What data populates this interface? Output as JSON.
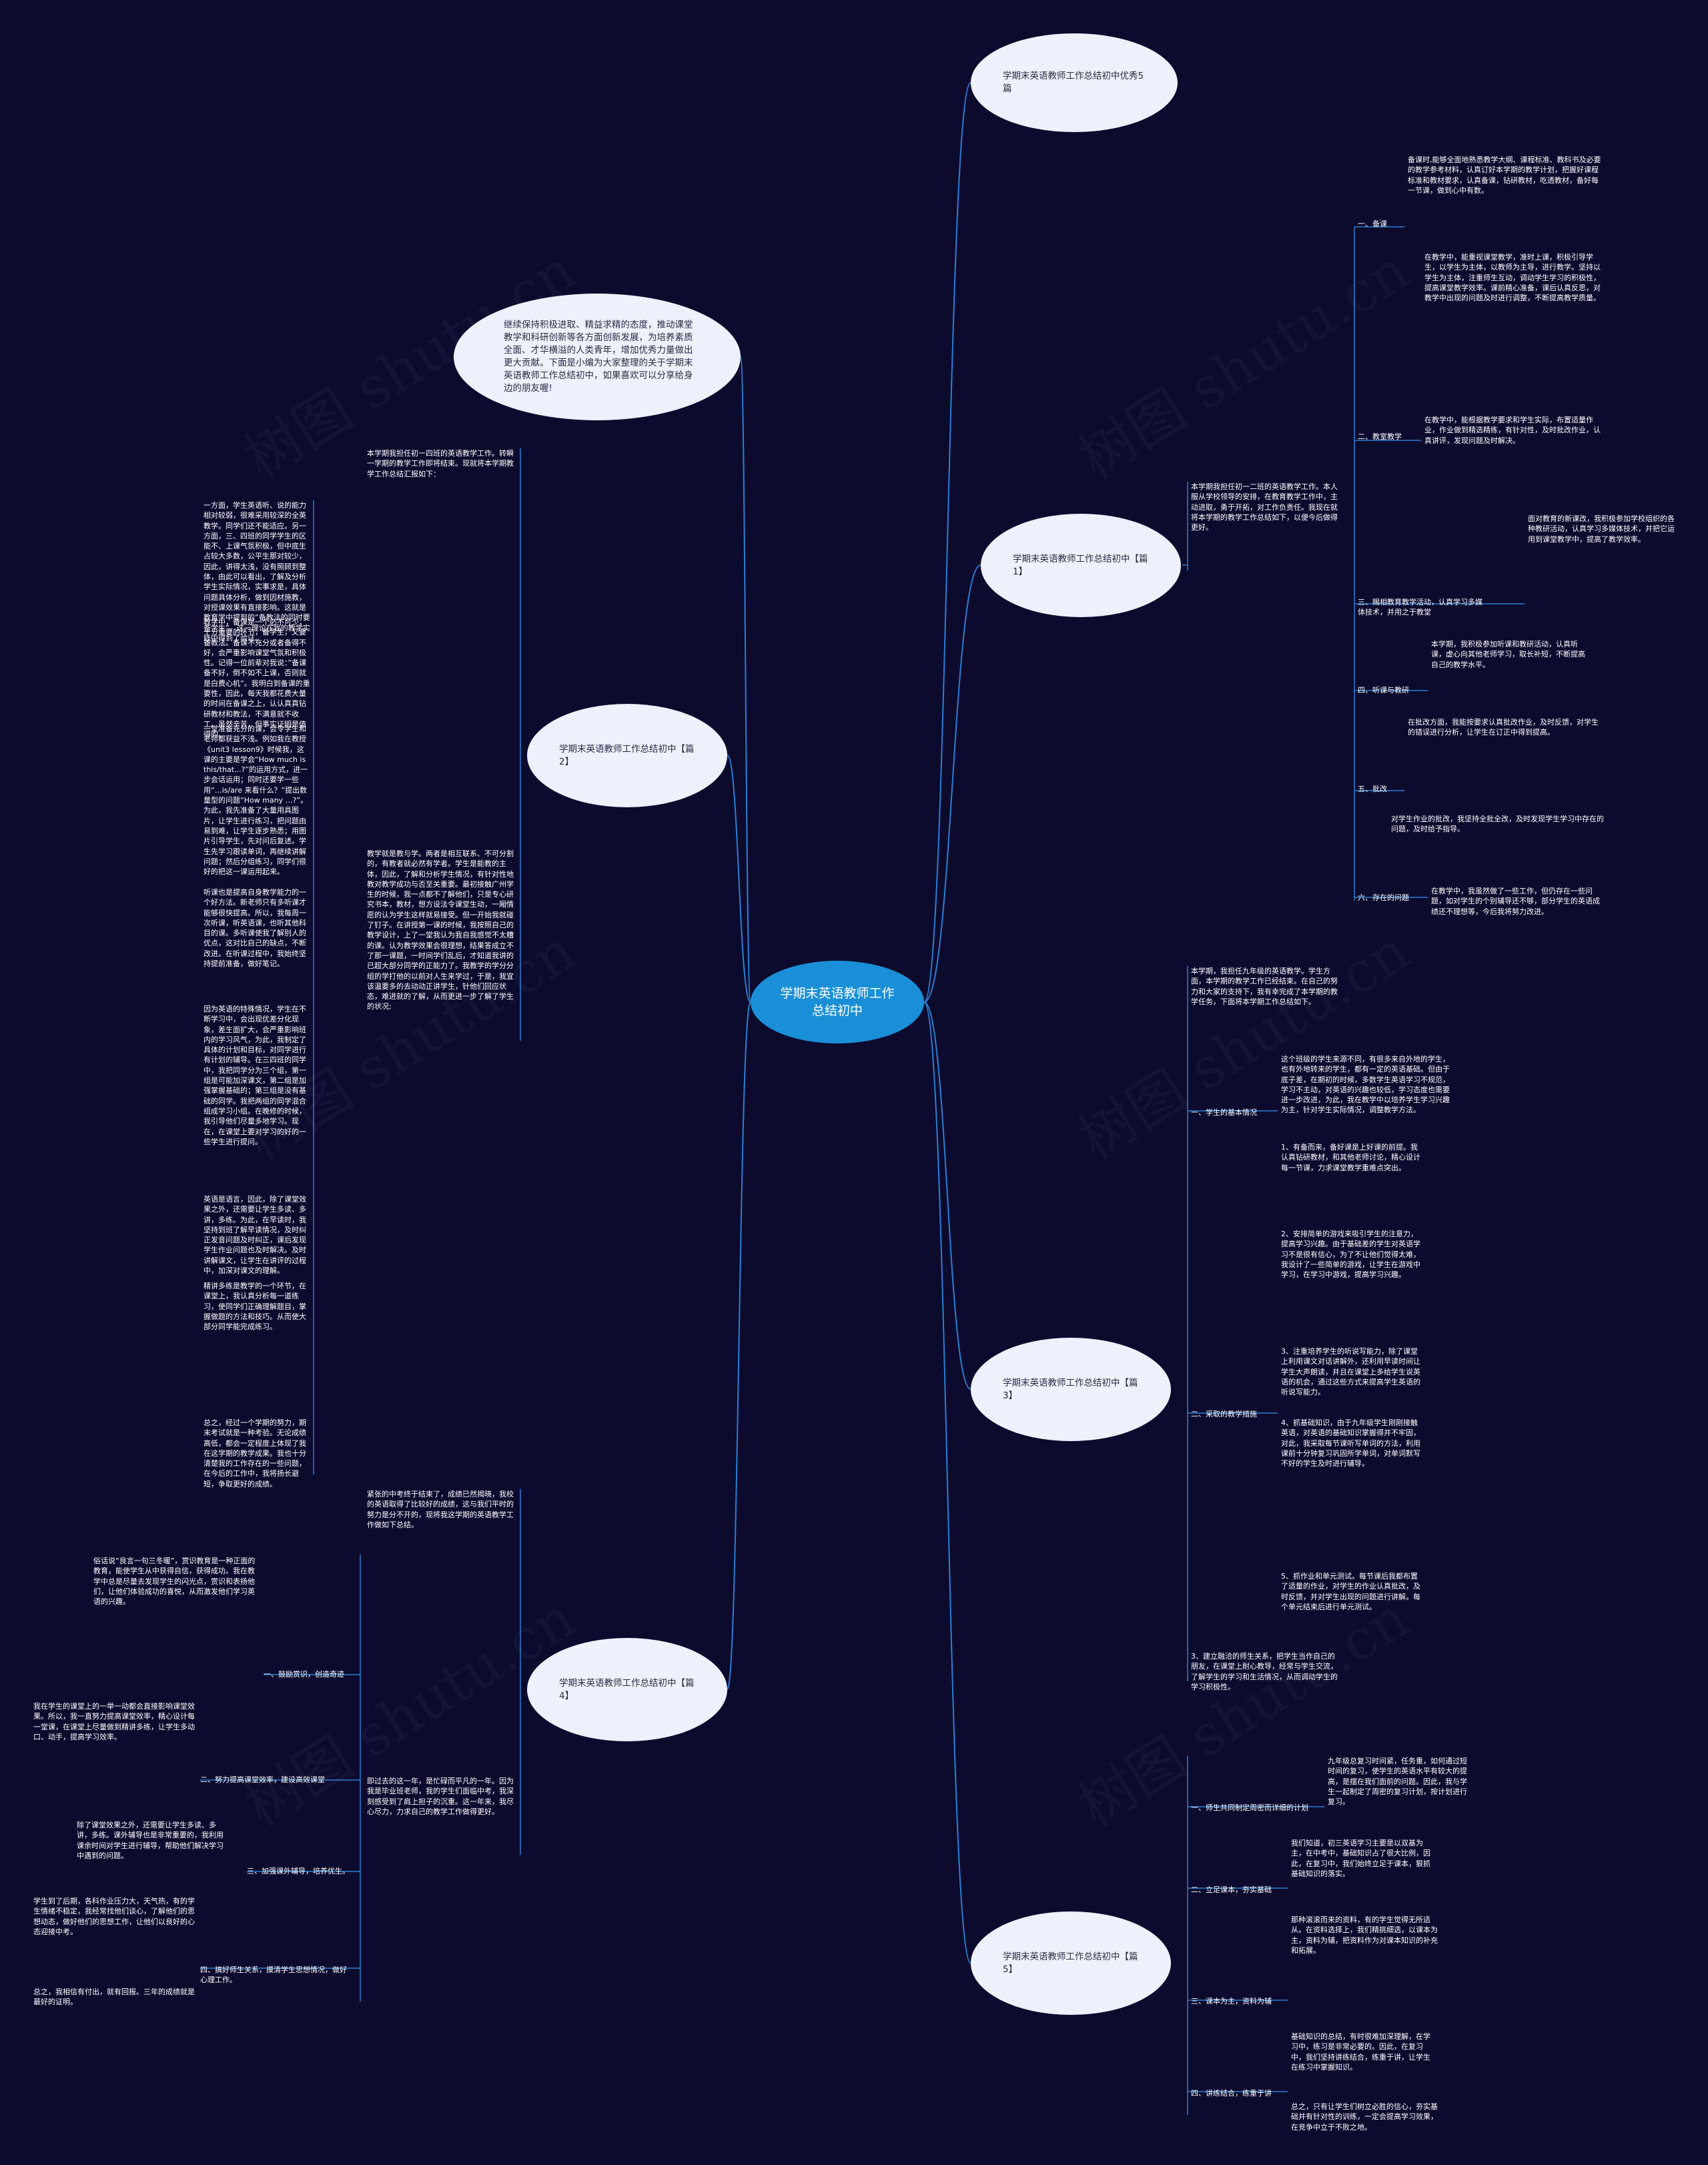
{
  "root": {
    "title": "学期末英语教师工作总结初中"
  },
  "intro": "继续保持积极进取、精益求精的态度，推动课堂教学和科研创新等各方面创新发展，为培养素质全面、才华横溢的人类青年，增加优秀力量做出更大贡献。下面是小编为大家整理的关于学期末英语教师工作总结初中，如果喜欢可以分享给身边的朋友喔!",
  "watermark": "树图 shutu.cn",
  "branches": {
    "b1": {
      "title": "学期末英语教师工作总结初中优秀5篇"
    },
    "b2": {
      "title": "学期末英语教师工作总结初中【篇2】",
      "intro": "本学期我担任初一四班的英语教学工作。转瞬一学期的教学工作即将结束。现就将本学期教学工作总结汇报如下：",
      "main": "教学就是教与学。两者是相互联系、不可分割的，有教者就必然有学者。学生是能教的主体，因此，了解和分析学生情况，有针对性地教对教学成功与否至关重要。最初接触广州学生的时候，我一点都不了解他们，只是专心研究书本，教材，想方设法令课堂生动，一厢情愿的认为学生这样就易接受。但一开始我就碰了钉子。在讲授第一课的时候，我按照自己的教学设计，上了一堂我认为我自我感觉不太糟的课。认为教学效果会很理想，结果答成立不了那一课题，一时间学们乱后，才知道我讲的已超大部分同学的正能力了。我教学的学分分组的学打他的以前对人生来学过，于是，我宜该温要多的去动动正讲学生，针他们回应状态，难进就的了解，从而更进一步了解了学生的状况;",
      "paras": [
        "一方面，学生英语听、说的能力相对较弱，很难采用较深的全英教学。同学们还不能适应。另一方面，三、四班的同学学生的区能不、上课气氛积极，但中底生占较大多数，公平生那对较少，因此，讲得太浅，没有照顾到整体，由此可以看出，了解及分析学生实际情况，实事求是，具体问题具体分析，做到因材施教，对授课效果有直接影响。这就是教育学中提到的”备教法的同时要备学生”。这一理论在我的教学实践中得到了验证。",
        "教学中，备课是一个必不可少，十分重要的环节，备学生，又要备教法。备课不充分或者备得不好，会严重影响课堂气氛和积极性。记得一位前辈对我说：”备课备不好，倒不如不上课，否则就是白费心机”。我明白到备课的重要性，因此，每天我都花费大量的时间在备课之上，认认真真钻研教材和教法，不满意就不收工。虽然辛苦，但事实证明是值得的。",
        "一堂准备充分的课，会令学生和老师都获益不浅。例如我在教授《unit3 lesson9》时候我，这课的主要是学会“How much is this/that...?”的运用方式，进一步会话运用；同时还要学一些用“…is/are 来看什么？”提出数量型的问题“How many …?”。为此，我先准备了大量用具图片，让学生进行练习，把问题由易到难，让学生逐步熟悉；用图片引导学生，先对问后复述。学生先学习跟读单词，再继续讲解问题；然后分组练习，同学们很好的把这一课运用起来。",
        "听课也是提高自身教学能力的一个好方法。新老师只有多听课才能够很快提高。所以，我每周一次听课，听英语课，也听其他科目的课。多听课使我了解别人的优点，这对比自己的缺点，不断改进。在听课过程中，我始终坚持提前准备，做好笔记。",
        "因为英语的特殊情况，学生在不断学习中，会出现优差分化现象，差生面扩大，会严重影响班内的学习风气，为此，我制定了具体的计划和目标，对同学进行有计划的辅导。在三四班的同学中，我把同学分为三个组，第一组是可能加深课文，第二组是加强掌握基础的；第三组是没有基础的同学。我把两组的同学混合组成学习小组。在晚修的时候，我引导他们尽量多地学习。现在，在课堂上要对学习的好的一些学生进行提问。",
        "英语是语言，因此，除了课堂效果之外，还需要让学生多读、多讲，多练。为此，在早读时，我坚持到班了解早读情况，及时纠正发音问题及时纠正，课后发现学生作业问题也及时解决。及时讲解课文，让学生在讲评的过程中，加深对课文的理解。",
        "精讲多练是教学的一个环节，在课堂上，我认真分析每一道练习，使同学们正确理解题目，掌握做题的方法和技巧。从而使大部分同学能完成练习。",
        "总之，经过一个学期的努力，期末考试就是一种考验。无论成绩高低，都会一定程度上体现了我在这学期的教学成果。我也十分清楚我的工作存在的一些问题，在今后的工作中，我将扬长避短，争取更好的成绩。"
      ]
    },
    "b3": {
      "title": "学期末英语教师工作总结初中【篇3】",
      "intro": "本学期，我担任九年级的英语教学。学生方面，本学期的教学工作已经结束。在自己的努力和大家的支持下，我有幸完成了本学期的教学任务，下面将本学期工作总结如下。",
      "subs": [
        {
          "label": "一、学生的基本情况",
          "text": "这个班级的学生来源不同，有很多来自外地的学生，也有外地转来的学生，都有一定的英语基础。但由于底子差，在期初的时候，多数学生英语学习不规范，学习不主动，对英语的兴趣也较低，学习态度也需要进一步改进，为此，我在教学中以培养学生学习兴趣为主，针对学生实际情况，调整教学方法。"
        },
        {
          "label": "二、采取的教学措施",
          "items": [
            "1、有备而来，备好课是上好课的前提。我认真钻研教材，和其他老师讨论，精心设计每一节课，力求课堂教学重难点突出。",
            "2、安排简单的游戏来吸引学生的注意力，提高学习兴趣。由于基础差的学生对英语学习不是很有信心，为了不让他们觉得太难，我设计了一些简单的游戏，让学生在游戏中学习，在学习中游戏，提高学习兴趣。",
            "3、注重培养学生的听说写能力，除了课堂上利用课文对话讲解外，还利用早读时间让学生大声朗读，并且在课堂上多给学生说英语的机会，通过这些方式来提高学生英语的听说写能力。",
            "4、抓基础知识，由于九年级学生刚刚接触英语，对英语的基础知识掌握得并不牢固，对此，我采取每节课听写单词的方法，利用课前十分钟复习巩固所学单词，对单词默写不好的学生及时进行辅导。",
            "5、抓作业和单元测试。每节课后我都布置了适量的作业，对学生的作业认真批改，及时反馈，并对学生出现的问题进行讲解。每个单元结束后进行单元测试。"
          ]
        },
        {
          "label": "",
          "text": "3、建立融洽的师生关系，把学生当作自己的朋友，在课堂上耐心教导，经常与学生交流，了解学生的学习和生活情况，从而调动学生的学习积极性。"
        }
      ]
    },
    "b4": {
      "title": "学期末英语教师工作总结初中【篇4】",
      "intro": "紧张的中考终于结束了，成绩已然揭晓，我校的英语取得了比较好的成绩，这与我们平时的努力是分不开的，现将我这学期的英语教学工作做如下总结。",
      "main": "即过去的这一年，是忙碌而平凡的一年。因为我是毕业班老师，我的学生们面临中考，我深刻感受到了肩上担子的沉重。这一年来，我尽心尽力，力求自己的教学工作做得更好。",
      "subs": [
        {
          "label": "一、鼓励赏识，创造奇迹",
          "text": "俗话说“良言一句三冬暖”，赏识教育是一种正面的教育，能使学生从中获得自信，获得成功。我在教学中总是尽量去发现学生的闪光点，赏识和表扬他们，让他们体验成功的喜悦，从而激发他们学习英语的兴趣。"
        },
        {
          "label": "二、努力提高课堂效率，建设高效课堂",
          "text": "我在学生的课堂上的一举一动都会直接影响课堂效果。所以，我一直努力提高课堂效率，精心设计每一堂课，在课堂上尽量做到精讲多练，让学生多动口、动手，提高学习效率。"
        },
        {
          "label": "三、加强课外辅导，培养优生。",
          "text": "除了课堂效果之外，还需要让学生多读、多讲，多练。课外辅导也是非常重要的，我利用课余时间对学生进行辅导，帮助他们解决学习中遇到的问题。"
        },
        {
          "label": "四、搞好师生关系，摸清学生思想情况，做好心理工作。",
          "text": "学生到了后期，各科作业压力大，天气热，有的学生情绪不稳定，我经常找他们谈心，了解他们的思想动态，做好他们的思想工作，让他们以良好的心态迎接中考。"
        }
      ],
      "outro": "总之，我相信有付出，就有回报。三年的成绩就是最好的证明。"
    },
    "b5": {
      "title": "学期末英语教师工作总结初中【篇5】",
      "subs": [
        {
          "label": "一、师生共同制定周密而详细的计划",
          "text": "九年级总复习时间紧，任务重，如何通过短时间的复习，使学生的英语水平有较大的提高，是摆在我们面前的问题。因此，我与学生一起制定了周密的复习计划，按计划进行复习。"
        },
        {
          "label": "二、立足课本，夯实基础",
          "text": "我们知道，初三英语学习主要是以双基为主，在中考中，基础知识占了很大比例，因此，在复习中，我们始终立足于课本，狠抓基础知识的落实。"
        },
        {
          "label": "三、课本为主，资料为辅",
          "text": "那种滚滚而来的资料，有的学生觉得无所适从。在资料选择上，我们精挑细选，以课本为主，资料为辅，把资料作为对课本知识的补充和拓展。"
        },
        {
          "label": "四、讲练结合，练重于讲",
          "text": "基础知识的总结，有时很难加深理解，在学习中，练习是非常必要的。因此，在复习中，我们坚持讲练结合，练重于讲，让学生在练习中掌握知识。"
        }
      ],
      "outro": "总之，只有让学生们树立必胜的信心，夯实基础并有针对性的训练，一定会提高学习效果，在竞争中立于不败之地。"
    },
    "b6": {
      "title": "学期末英语教师工作总结初中【篇1】",
      "intro": "本学期我担任初一二班的英语教学工作。本人服从学校领导的安排，在教育教学工作中，主动进取，勇于开拓，对工作负责任。我现在就将本学期的教学工作总结如下，以便今后做得更好。",
      "subs": [
        {
          "label": "一、备课",
          "text": "备课时,能够全面地熟悉教学大纲、课程标准、教科书及必要的教学参考材料，认真订好本学期的教学计划，把握好课程标准和教材要求，认真备课，钻研教材，吃透教材，备好每一节课，做到心中有数。"
        },
        {
          "label": "",
          "text": "在教学中，能重视课堂教学，准时上课，积极引导学生，以学生为主体，以教师为主导，进行教学。坚持以学生为主体，注重师生互动，调动学生学习的积极性，提高课堂教学效率。课前精心准备，课后认真反思，对教学中出现的问题及时进行调整，不断提高教学质量。"
        },
        {
          "label": "二、教室教学",
          "text": "在教学中，能根据教学要求和学生实际，布置适量作业，作业做到精选精练，有针对性，及时批改作业，认真讲评，发现问题及时解决。"
        },
        {
          "label": "三、赐相教育教学活动，认真学习多媒体技术，并用之于教堂",
          "text": "面对教育的新课改，我积极参加学校组织的各种教研活动，认真学习多媒体技术，并把它运用到课堂教学中，提高了教学效率。"
        },
        {
          "label": "四、听课与教研",
          "text": "本学期，我积极参加听课和教研活动，认真听课，虚心向其他老师学习，取长补短，不断提高自己的教学水平。"
        },
        {
          "label": "五、批改",
          "text": "在批改方面，我能按要求认真批改作业，及时反馈，对学生的错误进行分析，让学生在订正中得到提高。"
        },
        {
          "label": "",
          "text": "对学生作业的批改，我坚持全批全改，及时发现学生学习中存在的问题，及时给予指导。"
        },
        {
          "label": "六、存在的问题",
          "text": "在教学中，我虽然做了一些工作，但仍存在一些问题，如对学生的个别辅导还不够，部分学生的英语成绩还不理想等，今后我将努力改进。"
        }
      ]
    }
  },
  "colors": {
    "background": "#0c0b2e",
    "link": "#2b7fd1",
    "root": "#1a8fd8",
    "node": "#eef1fb"
  }
}
